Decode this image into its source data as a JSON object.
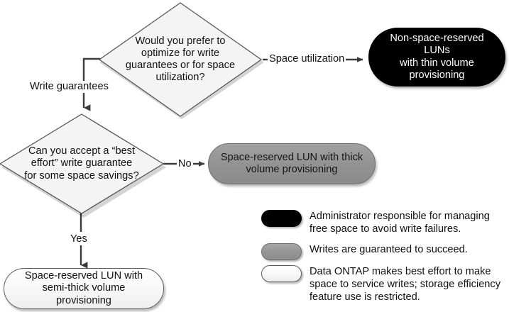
{
  "diagram": {
    "title": "LUN and volume provisioning decision flowchart",
    "nodes": {
      "decision_1": {
        "shape": "diamond",
        "text": "Would you prefer to\noptimize for write\nguarantees or for space\nutilization?"
      },
      "decision_2": {
        "shape": "diamond",
        "text": "Can you accept a “best\neffort” write guarantee\nfor some space savings?"
      },
      "outcome_thin": {
        "shape": "rounded-rectangle",
        "fill": "#000000",
        "text_color": "#ffffff",
        "text": "Non-space-reserved LUNs\nwith thin volume\nprovisioning"
      },
      "outcome_thick": {
        "shape": "rounded-rectangle",
        "fill": "#949494",
        "text_color": "#151515",
        "text": "Space-reserved LUN with thick\nvolume provisioning"
      },
      "outcome_semithick": {
        "shape": "rounded-rectangle",
        "fill": "#f7f7f7",
        "text_color": "#111111",
        "text": "Space-reserved LUN with\nsemi-thick volume provisioning"
      }
    },
    "edges": [
      {
        "id": "space-utilization",
        "label": "Space utilization",
        "from": "decision_1",
        "to": "outcome_thin"
      },
      {
        "id": "write-guarantees",
        "label": "Write guarantees",
        "from": "decision_1",
        "to": "decision_2"
      },
      {
        "id": "no",
        "label": "No",
        "from": "decision_2",
        "to": "outcome_thick"
      },
      {
        "id": "yes",
        "label": "Yes",
        "from": "decision_2",
        "to": "outcome_semithick"
      }
    ]
  },
  "legend": {
    "items": [
      {
        "swatch": "black",
        "color": "#000000",
        "text": "Administrator responsible for managing\nfree space to avoid write failures."
      },
      {
        "swatch": "gray",
        "color": "#949494",
        "text": "Writes are guaranteed to succeed."
      },
      {
        "swatch": "white",
        "color": "#f7f7f7",
        "text": "Data ONTAP makes best effort to make\nspace to service writes; storage efficiency\nfeature use is restricted."
      }
    ]
  }
}
